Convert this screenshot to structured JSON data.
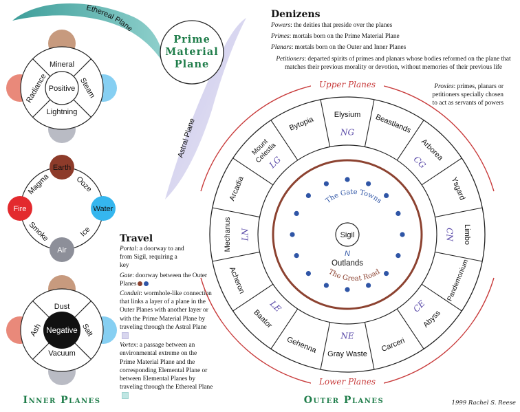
{
  "colors": {
    "upper_red": "#c83b3b",
    "ring_brown": "#8c4230",
    "sigil_blue": "#2f55a6",
    "prime_green": "#1f7d4a",
    "inner_green": "#1f7d4a",
    "astral_lavender": "#b9b7df",
    "ethereal_teal": "#4aa6a2"
  },
  "prime": {
    "line1": "Prime",
    "line2": "Material",
    "line3": "Plane"
  },
  "ethereal_label": "Ethereal Plane",
  "astral_label": "Astral Plane",
  "inner": {
    "title": "Inner Planes",
    "positive": {
      "center": "Positive",
      "segments": [
        "Mineral",
        "Steam",
        "Lightning",
        "Radiance"
      ]
    },
    "elements": {
      "top": "Earth",
      "left": "Fire",
      "right": "Water",
      "bottom": "Air",
      "segments": [
        "Ooze",
        "Ice",
        "Smoke",
        "Magma"
      ]
    },
    "negative": {
      "center": "Negative",
      "segments": [
        "Dust",
        "Salt",
        "Vacuum",
        "Ash"
      ]
    }
  },
  "outer": {
    "title": "Outer Planes",
    "upper_label": "Upper Planes",
    "lower_label": "Lower Planes",
    "planes": [
      "Elysium",
      "Beastlands",
      "Arborea",
      "Ysgard",
      "Limbo",
      "Pandemonium",
      "Abyss",
      "Carceri",
      "Gray Waste",
      "Gehenna",
      "Baator",
      "Acheron",
      "Mechanus",
      "Arcadia",
      "Mount Celestia",
      "Bytopia"
    ],
    "alignments": [
      {
        "label": "NG",
        "angle": 0
      },
      {
        "label": "CG",
        "angle": 45
      },
      {
        "label": "CN",
        "angle": 90
      },
      {
        "label": "CE",
        "angle": 135
      },
      {
        "label": "NE",
        "angle": 180
      },
      {
        "label": "LE",
        "angle": 225
      },
      {
        "label": "LN",
        "angle": 270
      },
      {
        "label": "LG",
        "angle": 315
      }
    ],
    "gate_towns": "The Gate Towns",
    "great_road": "The Great Road",
    "outlands": "Outlands",
    "sigil": "Sigil",
    "sigil_letter": "N"
  },
  "denizens": {
    "title": "Denizens",
    "powers_term": "Powers",
    "powers_def": ": the deities that preside over the planes",
    "primes_term": "Primes",
    "primes_def": ": mortals born on the Prime Material Plane",
    "planars_term": "Planars",
    "planars_def": ": mortals born on the Outer and Inner Planes",
    "petitioners_term": "Petitioners",
    "petitioners_def": ": departed spirits of primes and planars whose bodies reformed on the plane that matches their previous morality or devotion, without memories of their previous life",
    "proxies_term": "Proxies",
    "proxies_def": ": primes, planars or petitioners specially chosen to act as servants of powers"
  },
  "travel": {
    "title": "Travel",
    "portal_term": "Portal",
    "portal_def": ": a doorway to and from Sigil, requiring a key",
    "gate_term": "Gate",
    "gate_def": ": doorway between the Outer Planes",
    "conduit_term": "Conduit",
    "conduit_def": ": wormhole-like connection that links a layer of a plane in the Outer Planes with another layer or with the Prime Material Plane by traveling through the Astral Plane",
    "vortex_term": "Vortex",
    "vortex_def": ": a passage between an environmental extreme on the Prime Material Plane and the corresponding Elemental Plane or between Elemental Planes by traveling through the Ethereal Plane"
  },
  "credit": "1999 Rachel S. Reese"
}
